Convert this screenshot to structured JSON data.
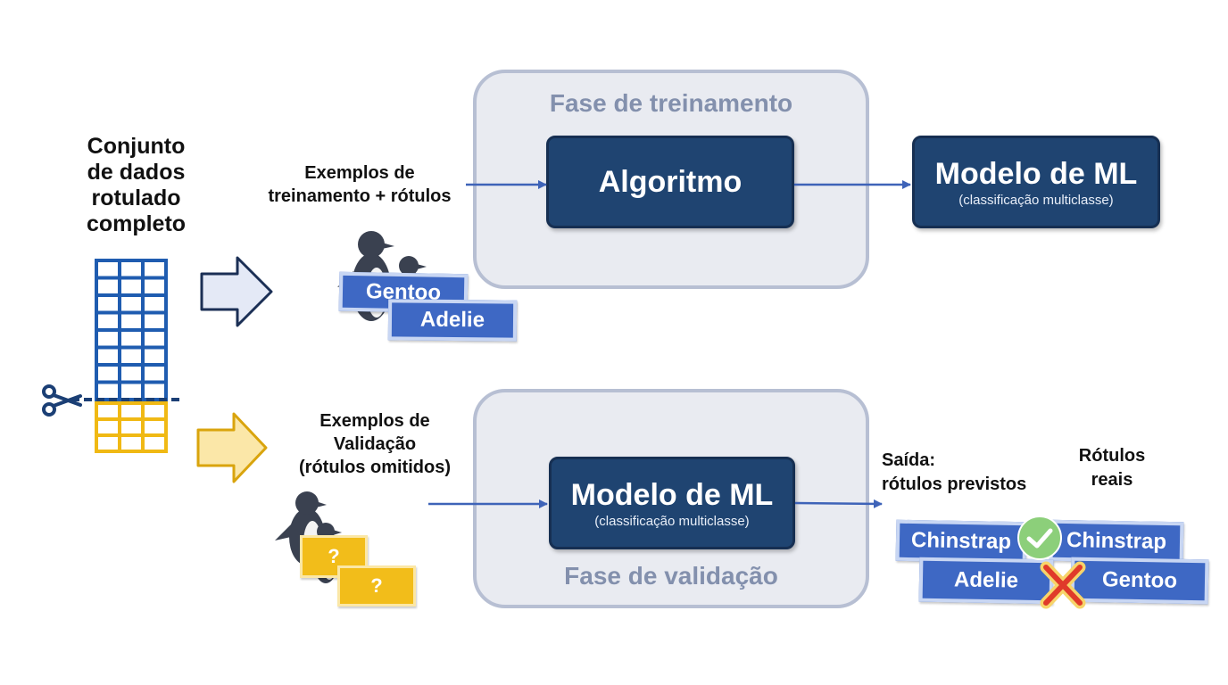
{
  "dataset": {
    "title": "Conjunto de dados rotulado completo",
    "title_lines": [
      "Conjunto",
      "de dados",
      "rotulado",
      "completo"
    ]
  },
  "training": {
    "phase_label": "Fase de treinamento",
    "input_label_lines": [
      "Exemplos de",
      "treinamento + rótulos"
    ],
    "labels": [
      "Gentoo",
      "Adelie"
    ],
    "algorithm": "Algoritmo",
    "model": {
      "title": "Modelo de ML",
      "subtitle": "(classificação multiclasse)"
    }
  },
  "validation": {
    "phase_label": "Fase de validação",
    "input_label_lines": [
      "Exemplos de",
      "Validação",
      "(rótulos omitidos)"
    ],
    "hidden_labels": [
      "?",
      "?"
    ],
    "model": {
      "title": "Modelo de ML",
      "subtitle": "(classificação multiclasse)"
    },
    "output_label_lines": [
      "Saída:",
      "rótulos previstos"
    ],
    "true_label_lines": [
      "Rótulos",
      "reais"
    ],
    "comparisons": [
      {
        "predicted": "Chinstrap",
        "actual": "Chinstrap",
        "match": true
      },
      {
        "predicted": "Adelie",
        "actual": "Gentoo",
        "match": false
      }
    ]
  },
  "colors": {
    "dark_box": "#1f4471",
    "tag_blue": "#3e68c4",
    "table_blue": "#1f5cb0",
    "table_yellow": "#f0b914",
    "phase_bg": "#e9ebf1",
    "check_green": "#8ccf7a",
    "cross_red": "#e03a2a"
  },
  "icons": [
    "scissors-icon",
    "penguin-icon",
    "check-icon",
    "cross-icon",
    "arrow-icon"
  ]
}
